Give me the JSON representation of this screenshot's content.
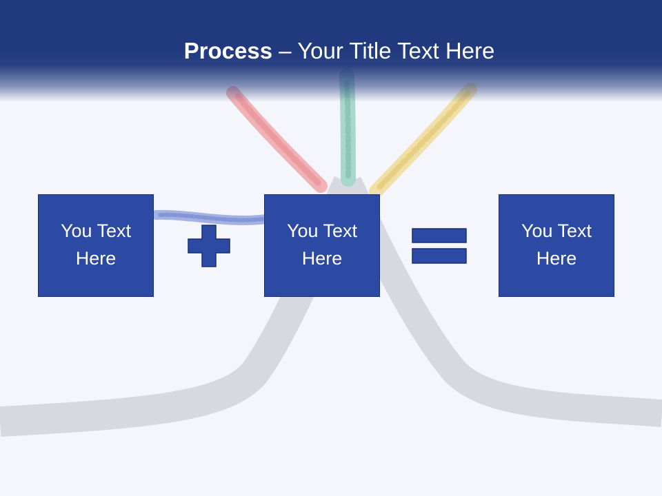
{
  "title": {
    "bold_part": "Process",
    "rest": " – Your Title Text Here"
  },
  "boxes": [
    {
      "label": "You Text Here"
    },
    {
      "label": "You Text Here"
    },
    {
      "label": "You Text Here"
    }
  ],
  "operators": {
    "plus": "plus-sign",
    "equals": "equals-sign"
  },
  "colors": {
    "header": "#213a7e",
    "box_fill": "#2c4aa3",
    "box_border": "#1a2f6e",
    "background": "#f4f6fb"
  }
}
